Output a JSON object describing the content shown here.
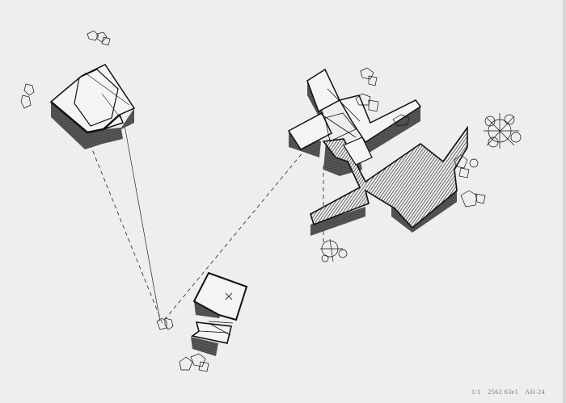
{
  "artwork": {
    "type": "plotter drawing",
    "background_color": "#eeeeef",
    "ink_color": "#111111",
    "shadow_color": "#555555",
    "inscription": {
      "edition": "1/1",
      "number": "2562 63e1",
      "initials": "AH-24"
    },
    "elements": [
      {
        "name": "building-north-west",
        "kind": "extruded volume"
      },
      {
        "name": "building-south",
        "kind": "extruded volume"
      },
      {
        "name": "building-east-complex",
        "kind": "extruded volume with hatched roof"
      },
      {
        "name": "observer-point",
        "kind": "tree cluster at convergence of sight lines"
      },
      {
        "name": "tree-clusters",
        "count": 10
      }
    ]
  }
}
